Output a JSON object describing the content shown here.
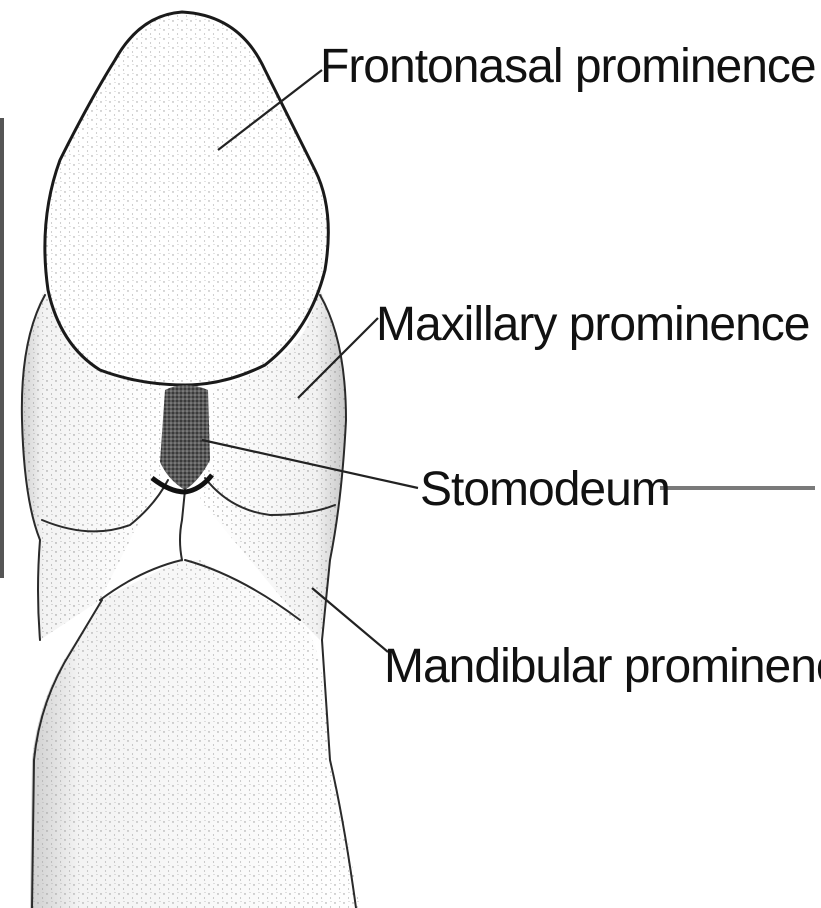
{
  "labels": {
    "frontonasal": "Frontonasal prominence",
    "maxillary": "Maxillary prominence",
    "stomodeum": "Stomodeum",
    "mandibular": "Mandibular prominence"
  },
  "colors": {
    "ink": "#1a1a1a",
    "paper": "#ffffff",
    "stipple": "#6e6e6e",
    "stomodeum_fill": "#3a3a3a",
    "pointer_line": "#7a7a7a"
  }
}
